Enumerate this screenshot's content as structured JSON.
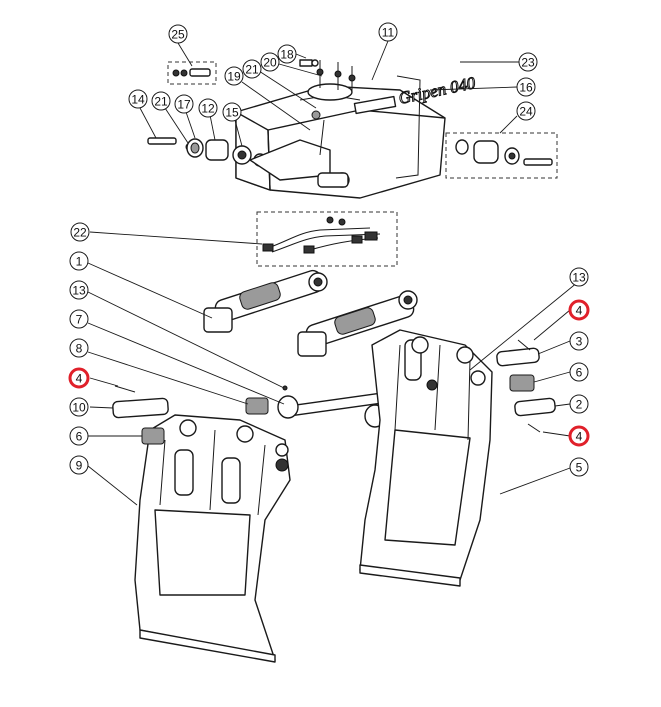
{
  "diagram": {
    "brand_label": "Gripen 040",
    "highlight_color": "#e0202a",
    "callouts": [
      {
        "id": "c25",
        "label": "25",
        "highlight": false
      },
      {
        "id": "c11",
        "label": "11",
        "highlight": false
      },
      {
        "id": "c18",
        "label": "18",
        "highlight": false
      },
      {
        "id": "c20",
        "label": "20",
        "highlight": false
      },
      {
        "id": "c21a",
        "label": "21",
        "highlight": false
      },
      {
        "id": "c19",
        "label": "19",
        "highlight": false
      },
      {
        "id": "c23",
        "label": "23",
        "highlight": false
      },
      {
        "id": "c16",
        "label": "16",
        "highlight": false
      },
      {
        "id": "c14",
        "label": "14",
        "highlight": false
      },
      {
        "id": "c21b",
        "label": "21",
        "highlight": false
      },
      {
        "id": "c17",
        "label": "17",
        "highlight": false
      },
      {
        "id": "c12",
        "label": "12",
        "highlight": false
      },
      {
        "id": "c15",
        "label": "15",
        "highlight": false
      },
      {
        "id": "c24",
        "label": "24",
        "highlight": false
      },
      {
        "id": "c22",
        "label": "22",
        "highlight": false
      },
      {
        "id": "c1",
        "label": "1",
        "highlight": false
      },
      {
        "id": "c13a",
        "label": "13",
        "highlight": false
      },
      {
        "id": "c13b",
        "label": "13",
        "highlight": false
      },
      {
        "id": "c7",
        "label": "7",
        "highlight": false
      },
      {
        "id": "c4a",
        "label": "4",
        "highlight": true
      },
      {
        "id": "c3",
        "label": "3",
        "highlight": false
      },
      {
        "id": "c8",
        "label": "8",
        "highlight": false
      },
      {
        "id": "c6a",
        "label": "6",
        "highlight": false
      },
      {
        "id": "c4b",
        "label": "4",
        "highlight": true
      },
      {
        "id": "c2",
        "label": "2",
        "highlight": false
      },
      {
        "id": "c10",
        "label": "10",
        "highlight": false
      },
      {
        "id": "c4c",
        "label": "4",
        "highlight": true
      },
      {
        "id": "c6b",
        "label": "6",
        "highlight": false
      },
      {
        "id": "c5",
        "label": "5",
        "highlight": false
      },
      {
        "id": "c9",
        "label": "9",
        "highlight": false
      }
    ]
  }
}
